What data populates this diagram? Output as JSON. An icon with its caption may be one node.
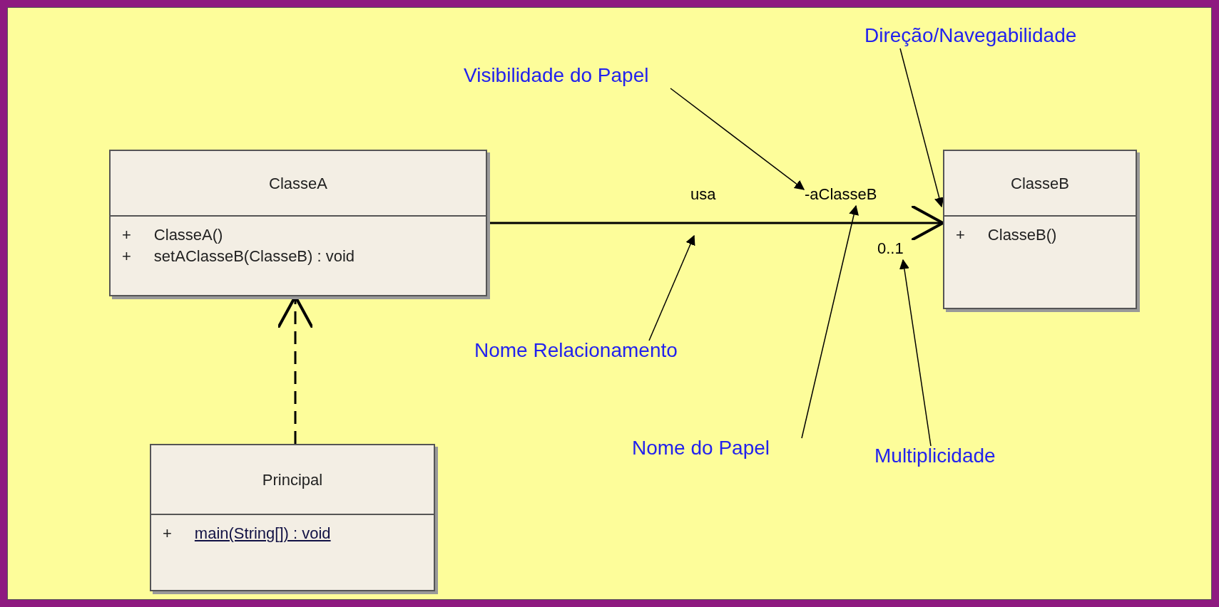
{
  "diagram": {
    "nodes": [
      {
        "text": [
          "ClasseA",
          "+",
          "ClasseA()",
          "+",
          "setAClasseB(ClasseB) : void"
        ]
      },
      {
        "text": [
          "ClasseB",
          "+",
          "ClasseB()"
        ]
      },
      {
        "text": [
          "Principal",
          "+",
          "main(String[]) : void"
        ]
      },
      {
        "text": [
          "Direção/Navegabilidade"
        ]
      },
      {
        "text": [
          "Visibilidade do Papel"
        ]
      },
      {
        "text": [
          "Nome Relacionamento"
        ]
      },
      {
        "text": [
          "Nome do Papel"
        ]
      },
      {
        "text": [
          "Multiplicidade"
        ]
      },
      {
        "text": [
          "-aClasseB"
        ]
      },
      {
        "text": [
          "0..1"
        ]
      }
    ],
    "edges": [
      {
        "from": 0,
        "to": 1,
        "arrow": "to",
        "label": "usa"
      },
      {
        "from": 2,
        "to": 0,
        "arrow": "to",
        "style": "dashed"
      },
      {
        "from": 3,
        "to": 1,
        "arrow": "to"
      },
      {
        "from": 4,
        "to": 8,
        "arrow": "to"
      },
      {
        "from": 5,
        "to": null,
        "arrow": "to"
      },
      {
        "from": 6,
        "to": 8,
        "arrow": "to"
      },
      {
        "from": 7,
        "to": 9,
        "arrow": "to"
      }
    ]
  }
}
